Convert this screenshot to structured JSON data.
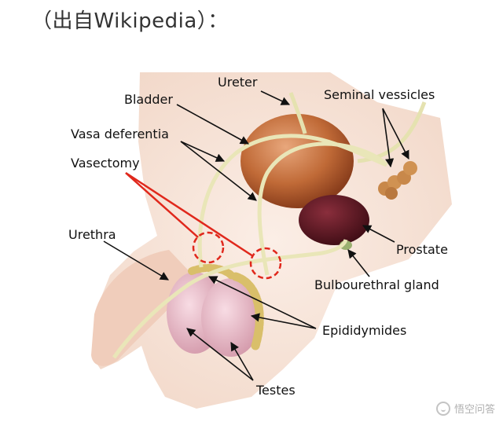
{
  "caption": "（出自Wikipedia）：",
  "labels": {
    "ureter": "Ureter",
    "bladder": "Bladder",
    "seminal_vesicles": "Seminal vessicles",
    "vasa_deferentia": "Vasa deferentia",
    "vasectomy": "Vasectomy",
    "urethra": "Urethra",
    "prostate": "Prostate",
    "bulbourethral_gland": "Bulbourethral gland",
    "epididymides": "Epididymides",
    "testes": "Testes"
  },
  "watermark": "悟空问答",
  "colors": {
    "skin": "#f6dfd2",
    "bladder": "#b8602f",
    "prostate": "#5a1722",
    "vas": "#e9e6b8",
    "testis": "#edbcc8",
    "epididymis": "#e0cc7a",
    "vasectomy_marker": "#e0281c"
  }
}
